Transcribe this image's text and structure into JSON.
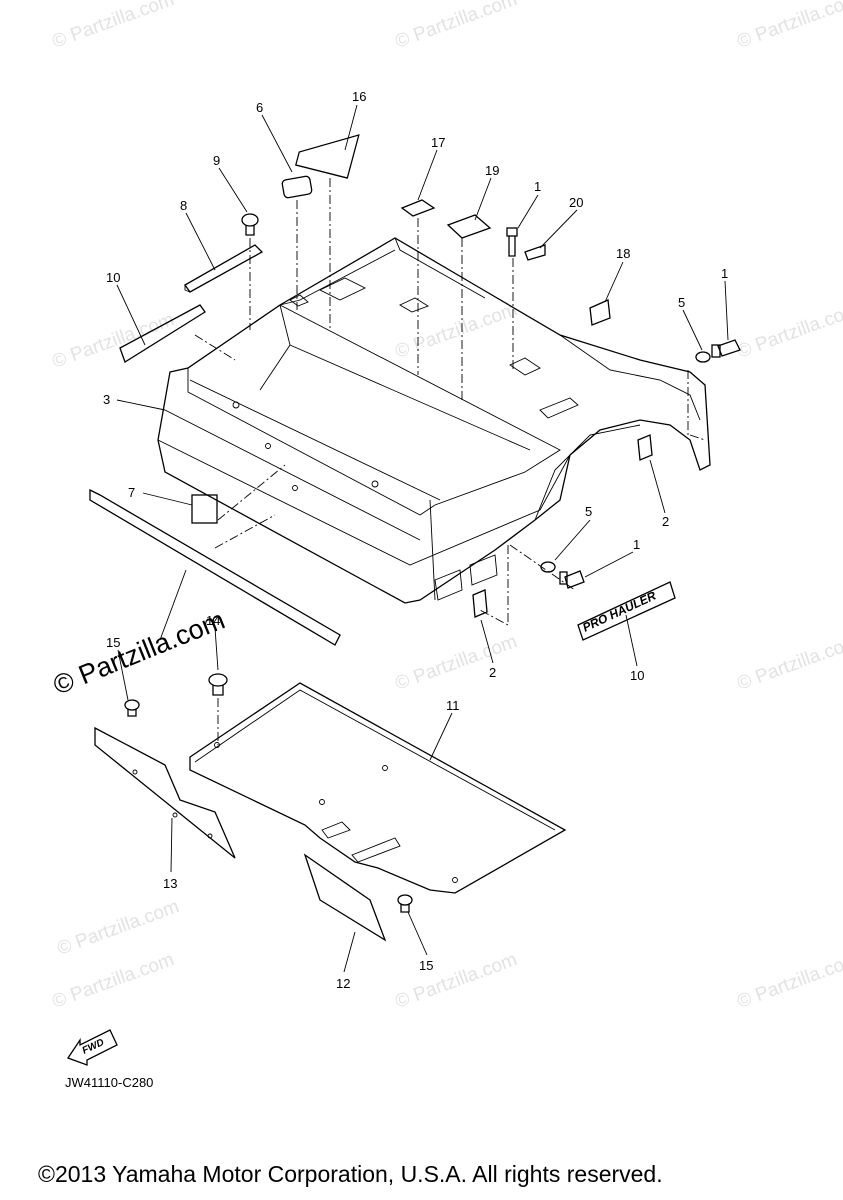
{
  "watermark": {
    "text": "© Partzilla.com",
    "main_text": "© Partzilla.com"
  },
  "callouts": [
    {
      "id": "c16",
      "label": "16"
    },
    {
      "id": "c6",
      "label": "6"
    },
    {
      "id": "c17",
      "label": "17"
    },
    {
      "id": "c19",
      "label": "19"
    },
    {
      "id": "c1a",
      "label": "1"
    },
    {
      "id": "c20",
      "label": "20"
    },
    {
      "id": "c9",
      "label": "9"
    },
    {
      "id": "c8",
      "label": "8"
    },
    {
      "id": "c18",
      "label": "18"
    },
    {
      "id": "c1b",
      "label": "1"
    },
    {
      "id": "c10a",
      "label": "10"
    },
    {
      "id": "c5a",
      "label": "5"
    },
    {
      "id": "c3",
      "label": "3"
    },
    {
      "id": "c7",
      "label": "7"
    },
    {
      "id": "c2a",
      "label": "2"
    },
    {
      "id": "c5b",
      "label": "5"
    },
    {
      "id": "c1c",
      "label": "1"
    },
    {
      "id": "c14",
      "label": "14"
    },
    {
      "id": "c15a",
      "label": "15"
    },
    {
      "id": "c2b",
      "label": "2"
    },
    {
      "id": "c10b",
      "label": "10"
    },
    {
      "id": "c11",
      "label": "11"
    },
    {
      "id": "c13",
      "label": "13"
    },
    {
      "id": "c15b",
      "label": "15"
    },
    {
      "id": "c12",
      "label": "12"
    }
  ],
  "decal": {
    "line1": "PRO HAULER"
  },
  "fwd_arrow": {
    "label": "FWD"
  },
  "diagram_code": "JW41110-C280",
  "copyright": "©2013 Yamaha Motor Corporation, U.S.A. All rights reserved."
}
